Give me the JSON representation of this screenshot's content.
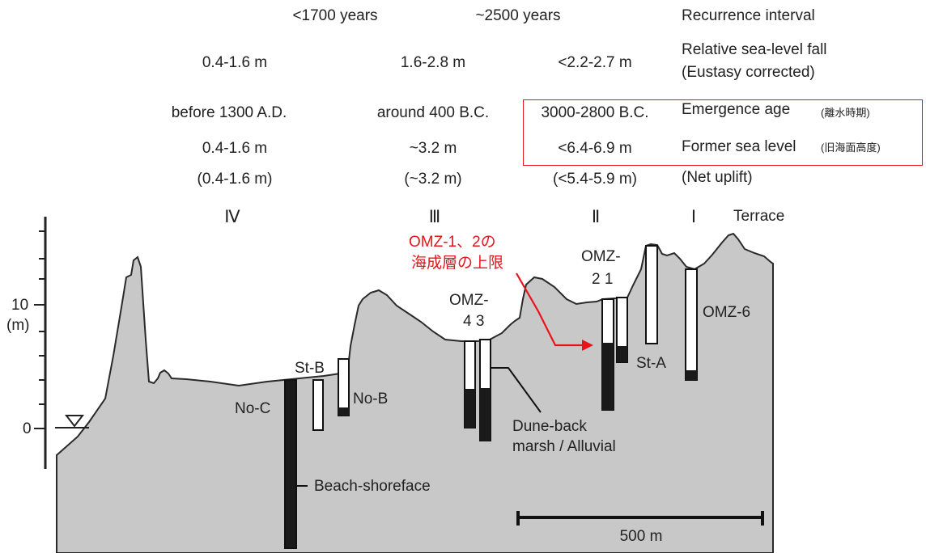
{
  "header_rows": {
    "recurrence": {
      "c4": "<1700 years",
      "c3": "~2500 years",
      "label": "Recurrence interval"
    },
    "sea_level_fall": {
      "c1": "0.4-1.6 m",
      "c2": "1.6-2.8 m",
      "c3": "<2.2-2.7 m",
      "label": "Relative sea-level fall",
      "label2": "(Eustasy corrected)"
    },
    "emergence_age": {
      "c1": "before 1300 A.D.",
      "c2": "around 400 B.C.",
      "c3": "3000-2800 B.C.",
      "label": "Emergence age",
      "note": "(離水時期)"
    },
    "former_sea_level": {
      "c1": "0.4-1.6 m",
      "c2": "~3.2 m",
      "c3": "<6.4-6.9 m",
      "label": "Former sea level",
      "note": "(旧海面高度)"
    },
    "net_uplift": {
      "c1": "(0.4-1.6 m)",
      "c2": "(~3.2 m)",
      "c3": "(<5.4-5.9 m)",
      "label": "(Net uplift)"
    }
  },
  "terraces": {
    "iv": "Ⅳ",
    "iii": "Ⅲ",
    "ii": "Ⅱ",
    "i": "Ⅰ",
    "label": "Terrace"
  },
  "axis": {
    "tick_10": "10",
    "unit": "(m)",
    "tick_0": "0"
  },
  "cores": {
    "st_b": "St-B",
    "no_c": "No-C",
    "no_b": "No-B",
    "omz_43_line1": "OMZ-",
    "omz_43_line2": "4 3",
    "omz_21_line1": "OMZ-",
    "omz_21_line2": "2 1",
    "st_a": "St-A",
    "omz_6": "OMZ-6"
  },
  "facies": {
    "beach": "Beach-shoreface",
    "dune_line1": "Dune-back",
    "dune_line2": "marsh / Alluvial"
  },
  "annotation": {
    "line1": "OMZ-1、2の",
    "line2": "海成層の上限"
  },
  "scale_bar": {
    "label": "500 m"
  },
  "colors": {
    "ground": "#c8c8c8",
    "marine_deposit": "#1a1a1a",
    "highlight": "#e8141c"
  }
}
